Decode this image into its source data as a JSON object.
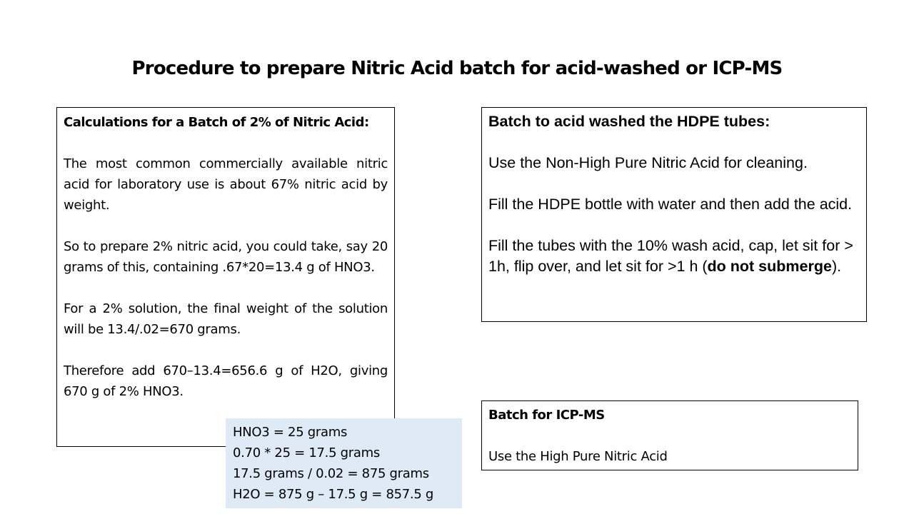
{
  "title": "Procedure to prepare Nitric Acid batch for acid-washed or ICP-MS",
  "calculations": {
    "heading": "Calculations for a Batch of 2% of Nitric Acid:",
    "paragraphs": [
      "The most common commercially available nitric acid for laboratory use is about 67% nitric acid by weight.",
      "So to prepare 2% nitric acid, you could take, say 20 grams of this, containing .67*20=13.4 g of HNO3.",
      "For a 2% solution, the final weight of the solution will be 13.4/.02=670 grams.",
      "Therefore add 670–13.4=656.6 g of H2O, giving 670 g of 2% HNO3."
    ]
  },
  "calc_note": {
    "lines": [
      "HNO3 = 25 grams",
      "0.70 * 25 = 17.5 grams",
      "17.5 grams / 0.02 = 875 grams",
      "H2O = 875 g – 17.5 g = 857.5 g"
    ]
  },
  "acid_wash": {
    "heading": "Batch to acid washed the HDPE tubes:",
    "paragraphs": [
      "Use the Non-High Pure Nitric Acid for cleaning.",
      "Fill the HDPE bottle with water and then add the acid."
    ],
    "last_paragraph": {
      "before": "Fill the tubes with the 10% wash acid, cap, let sit for > 1h, flip over, and let sit for >1 h (",
      "bold": "do not submerge",
      "after": ")."
    }
  },
  "icp_ms": {
    "heading": "Batch for ICP-MS",
    "text": "Use the High Pure Nitric Acid"
  },
  "colors": {
    "note_background": "#deebf7",
    "border": "#000000"
  }
}
